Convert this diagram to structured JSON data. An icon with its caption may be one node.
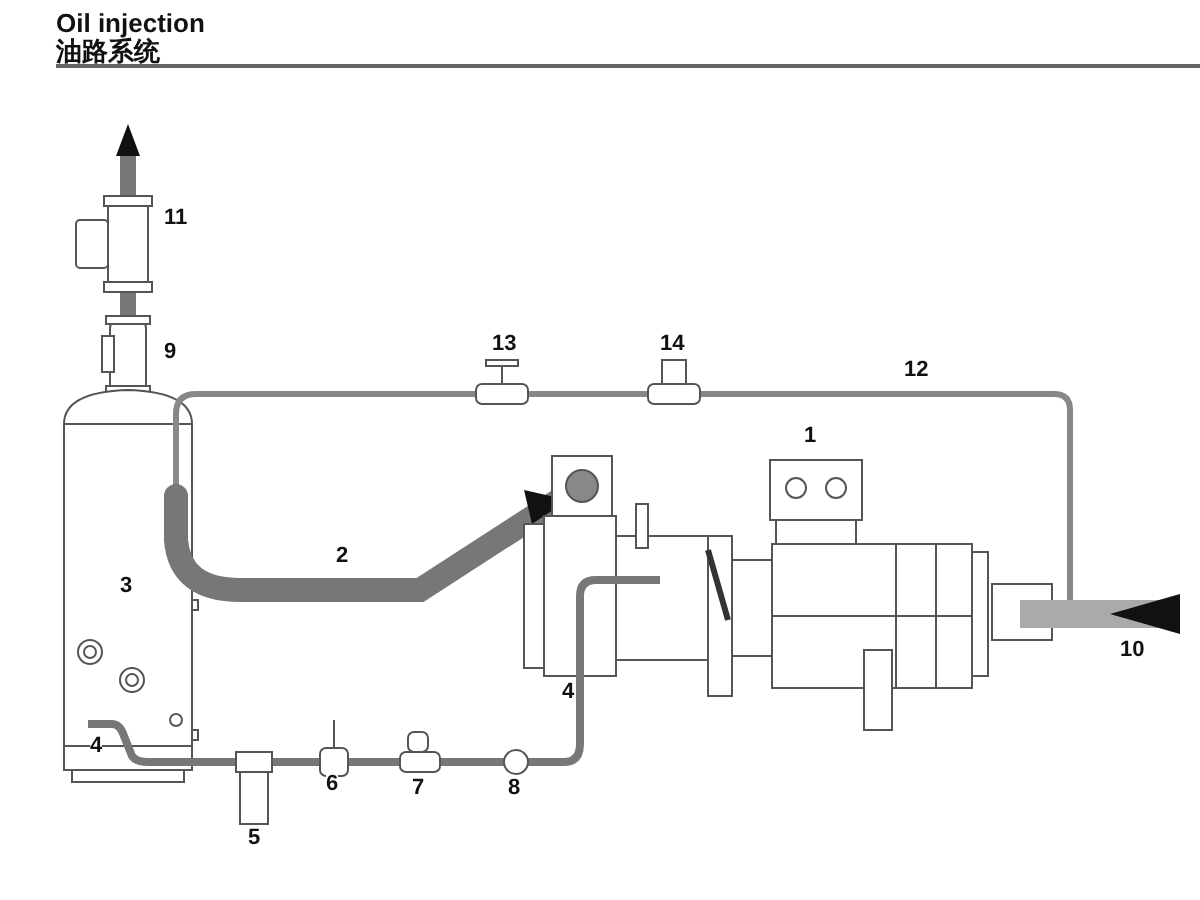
{
  "diagram": {
    "title": "Oil injection",
    "labels": [
      "油路系统",
      "11",
      "13",
      "14",
      "9",
      "12",
      "1",
      "2",
      "3",
      "10",
      "4",
      "4",
      "6",
      "7",
      "8",
      "5"
    ]
  }
}
